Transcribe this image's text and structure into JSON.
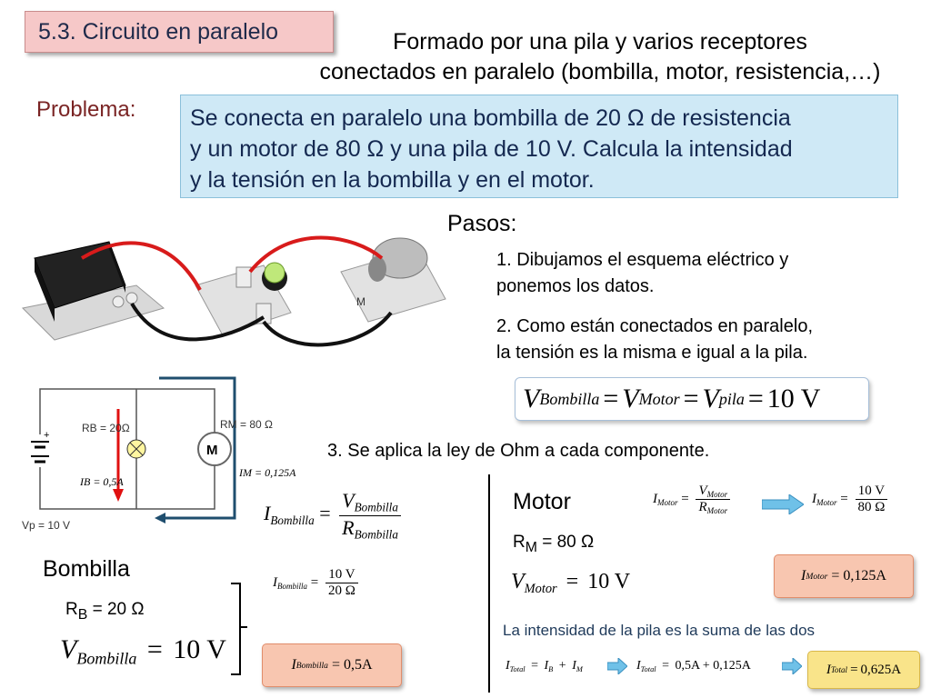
{
  "title": "5.3. Circuito en paralelo",
  "intro": {
    "line1": "Formado por una pila y  varios receptores",
    "line2": "conectados en paralelo (bombilla, motor, resistencia,…)"
  },
  "problem": {
    "label": "Problema:",
    "line1": "Se conecta en paralelo una bombilla de 20 Ω de resistencia",
    "line2": "y un motor de 80 Ω y una pila de 10 V. Calcula la intensidad",
    "line3": "y la tensión en la bombilla y en el motor."
  },
  "pasos": {
    "label": "Pasos:",
    "step1a": "1. Dibujamos el esquema eléctrico y",
    "step1b": "ponemos los datos.",
    "step2a": "2. Como están conectados en paralelo,",
    "step2b": "la tensión es la misma e igual a la pila.",
    "step3": "3. Se aplica la ley de Ohm a cada componente."
  },
  "schematic": {
    "rb": "RB = 20Ω",
    "rm": "RM = 80 Ω",
    "vp": "Vp = 10 V",
    "motor_symbol": "M",
    "ib": "IB = 0,5A",
    "im": "IM = 0,125A",
    "battery_plus": "+"
  },
  "equations": {
    "v_equal": {
      "v1": "V",
      "s1": "Bombilla",
      "v2": "V",
      "s2": "Motor",
      "v3": "V",
      "s3": "pila",
      "value": "10 V"
    },
    "i_bombilla_formula": {
      "lhs": "I",
      "lhs_sub": "Bombilla",
      "num": "V",
      "num_sub": "Bombilla",
      "den": "R",
      "den_sub": "Bombilla"
    },
    "motor_formula": {
      "lhs": "I",
      "lhs_sub": "Motor",
      "num": "V",
      "num_sub": "Motor",
      "den": "R",
      "den_sub": "Motor"
    },
    "motor_subst": {
      "lhs": "I",
      "lhs_sub": "Motor",
      "num": "10 V",
      "den": "80 Ω"
    },
    "motor_result": {
      "lhs": "I",
      "lhs_sub": "Motor",
      "value": "0,125A"
    },
    "v_motor": {
      "lhs": "V",
      "lhs_sub": "Motor",
      "value": "10 V"
    },
    "bombilla_subst": {
      "lhs": "I",
      "lhs_sub": "Bombilla",
      "num": "10 V",
      "den": "20 Ω"
    },
    "v_bombilla": {
      "lhs": "V",
      "lhs_sub": "Bombilla",
      "value": "10 V"
    },
    "bombilla_result": {
      "lhs": "I",
      "lhs_sub": "Bombilla",
      "value": "0,5A"
    },
    "total_formula": {
      "lhs": "I",
      "lhs_sub": "Total",
      "t1": "I",
      "t1_sub": "B",
      "t2": "I",
      "t2_sub": "M"
    },
    "total_subst": {
      "lhs": "I",
      "lhs_sub": "Total",
      "value": "0,5A + 0,125A"
    },
    "total_result": {
      "lhs": "I",
      "lhs_sub": "Total",
      "value": "0,625A"
    }
  },
  "motor_section": {
    "label": "Motor",
    "r_prefix": "R",
    "r_sub": "M",
    "r_value": " = 80 Ω"
  },
  "bombilla_section": {
    "label": "Bombilla",
    "r_prefix": "R",
    "r_sub": "B",
    "r_value": " = 20 Ω"
  },
  "total_note": "La intensidad de la pila es la suma de las dos",
  "colors": {
    "title_bg": "#f6c8c8",
    "problem_bg": "#cfe9f6",
    "result_bg": "#f8c6b0",
    "arrow": "#6fc1e8",
    "current_arrow": "#e01010",
    "schematic_line": "#1f4e6e"
  }
}
